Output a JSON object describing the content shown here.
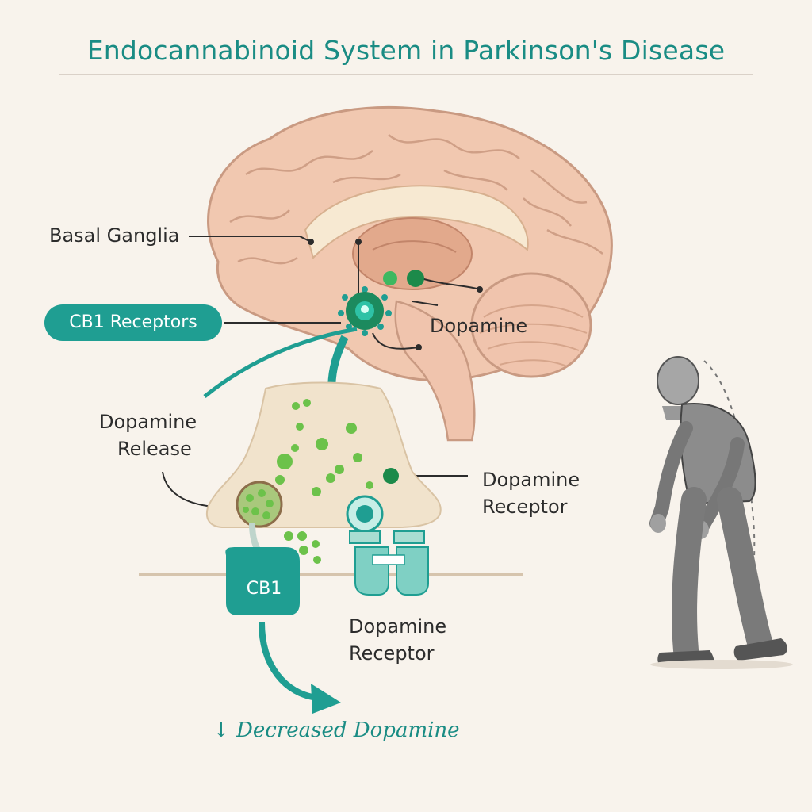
{
  "title": "Endocannabinoid System in Parkinson's Disease",
  "labels": {
    "basal_ganglia": "Basal Ganglia",
    "cb1_receptors": "CB1 Receptors",
    "dopamine": "Dopamine",
    "dopamine_release_line1": "Dopamine",
    "dopamine_release_line2": "Release",
    "dopamine_receptor_upper_line1": "Dopamine",
    "dopamine_receptor_upper_line2": "Receptor",
    "cb1": "CB1",
    "dopamine_receptor_lower_line1": "Dopamine",
    "dopamine_receptor_lower_line2": "Receptor",
    "decreased_dopamine": "↓ Decreased Dopamine"
  },
  "colors": {
    "accent": "#1f9e92",
    "title": "#1a8c84",
    "brain": "#f1c8b0",
    "brain_outline": "#c99a82",
    "dopamine_vesicle": "#6cc24a",
    "background": "#f8f3ec"
  }
}
